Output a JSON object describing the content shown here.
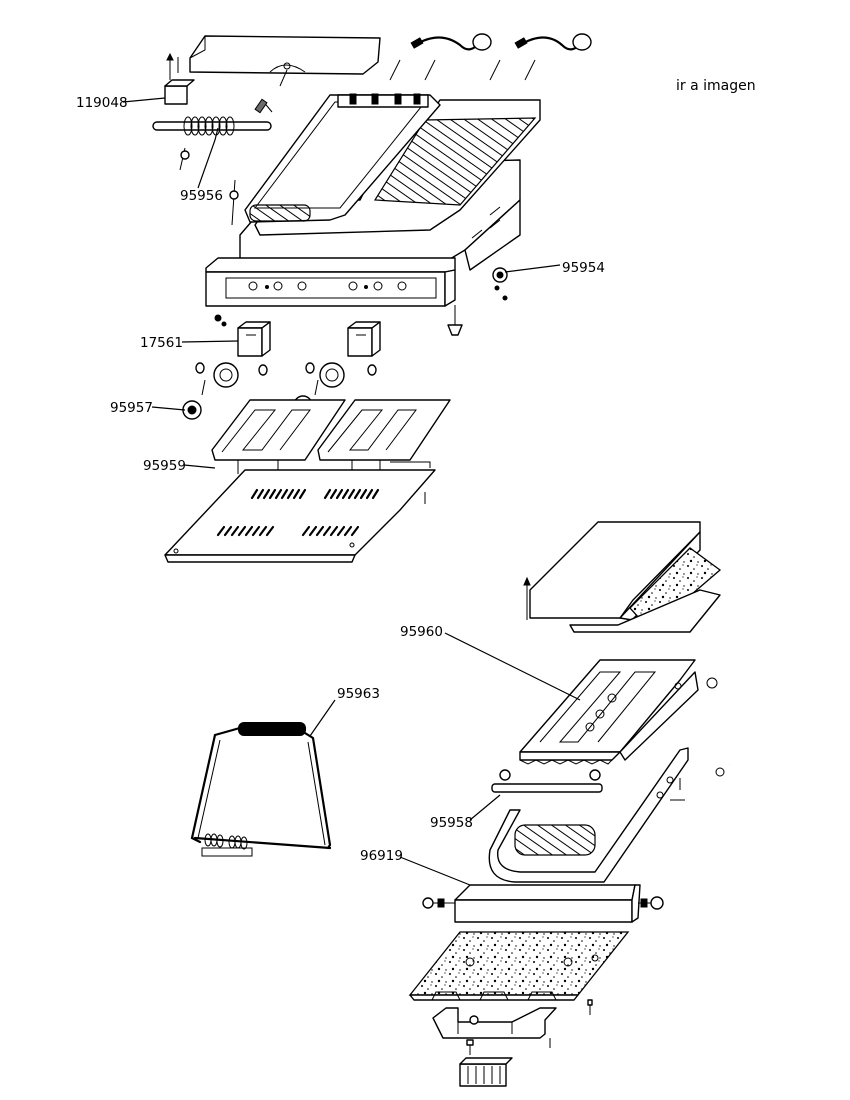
{
  "link": {
    "label": "ir a imagen"
  },
  "callouts": [
    {
      "id": "119048",
      "label": "119048"
    },
    {
      "id": "95956",
      "label": "95956"
    },
    {
      "id": "95954",
      "label": "95954"
    },
    {
      "id": "17561",
      "label": "17561"
    },
    {
      "id": "95957",
      "label": "95957"
    },
    {
      "id": "95959",
      "label": "95959"
    },
    {
      "id": "95960",
      "label": "95960"
    },
    {
      "id": "95963",
      "label": "95963"
    },
    {
      "id": "95958",
      "label": "95958"
    },
    {
      "id": "96919",
      "label": "96919"
    }
  ]
}
